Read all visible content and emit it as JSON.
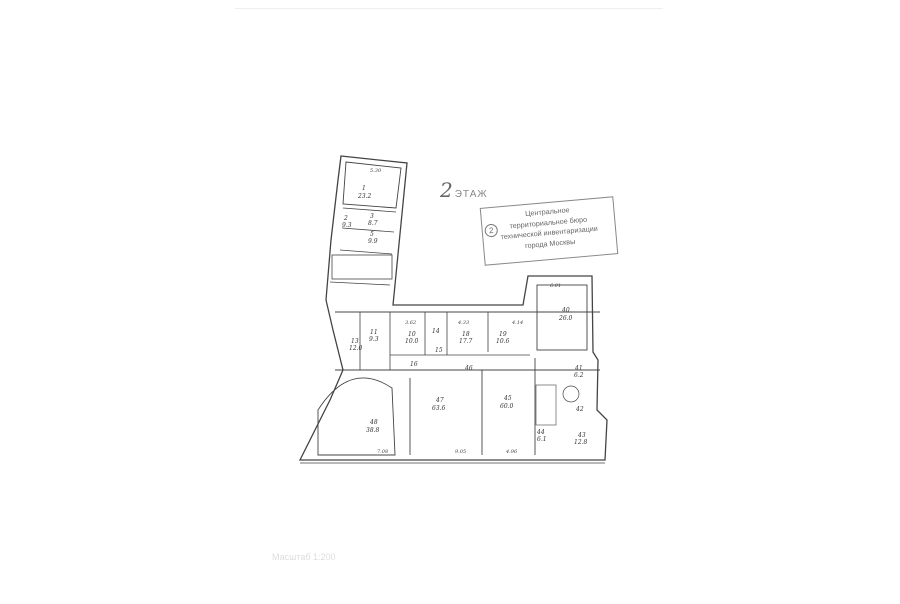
{
  "floor": {
    "number": "2",
    "label": "ЭТАЖ"
  },
  "stamp": {
    "number": "2",
    "lines": [
      "Центральное",
      "территориальное бюро",
      "технической инвентаризации",
      "города Москвы"
    ]
  },
  "scale_text": "Масштаб 1:200",
  "rooms": [
    {
      "num": "1",
      "area": "23.2"
    },
    {
      "num": "2",
      "area": "9.3"
    },
    {
      "num": "3",
      "area": "8.7"
    },
    {
      "num": "5",
      "area": "9.9"
    },
    {
      "num": "13",
      "area": "12.0"
    },
    {
      "num": "11",
      "area": "9.3"
    },
    {
      "num": "10",
      "area": "10.0"
    },
    {
      "num": "14",
      "area": ""
    },
    {
      "num": "15",
      "area": ""
    },
    {
      "num": "16",
      "area": ""
    },
    {
      "num": "18",
      "area": "17.7"
    },
    {
      "num": "19",
      "area": "10.6"
    },
    {
      "num": "40",
      "area": "26.0"
    },
    {
      "num": "41",
      "area": "6.2"
    },
    {
      "num": "42",
      "area": ""
    },
    {
      "num": "43",
      "area": "12.8"
    },
    {
      "num": "44",
      "area": "6.1"
    },
    {
      "num": "45",
      "area": "60.0"
    },
    {
      "num": "46",
      "area": ""
    },
    {
      "num": "47",
      "area": "63.6"
    },
    {
      "num": "48",
      "area": "38.8"
    }
  ],
  "dimensions": [
    "5.30",
    "6.01",
    "4.33",
    "3.62",
    "9.05",
    "4.96",
    "7.08",
    "4.14"
  ]
}
